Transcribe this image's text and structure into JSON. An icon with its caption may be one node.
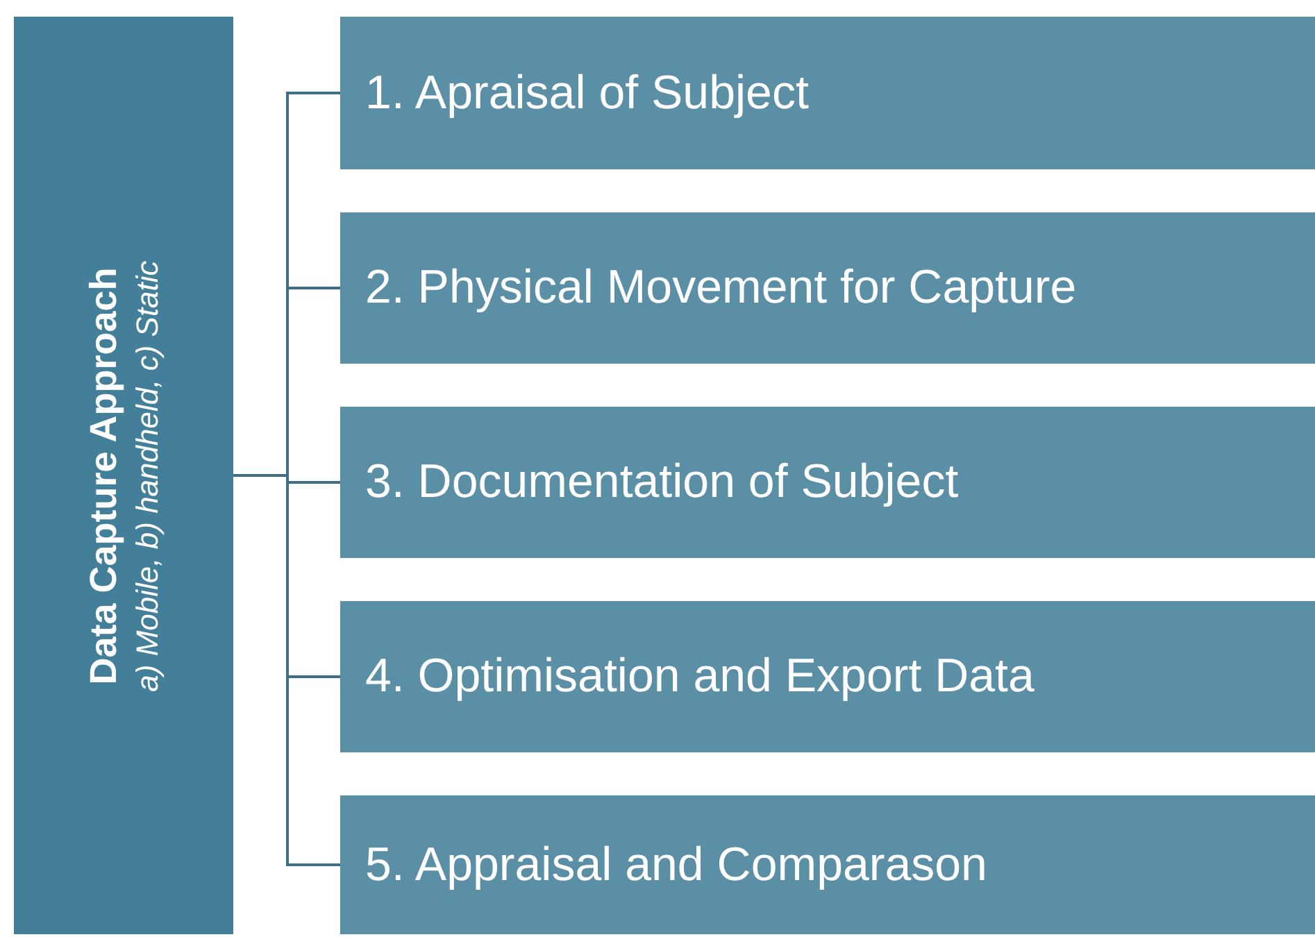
{
  "diagram": {
    "nodes": [
      {
        "text": [
          "Data Capture Approach",
          "a) Mobile, b) handheld, c) Static"
        ]
      },
      {
        "text": [
          "1. Apraisal of Subject"
        ]
      },
      {
        "text": [
          "2. Physical Movement for Capture"
        ]
      },
      {
        "text": [
          "3. Documentation of Subject"
        ]
      },
      {
        "text": [
          "4. Optimisation and Export Data"
        ]
      },
      {
        "text": [
          "5. Appraisal and Comparason"
        ]
      }
    ],
    "edges": [
      {
        "from": 0,
        "to": 1,
        "arrow": "none"
      },
      {
        "from": 0,
        "to": 2,
        "arrow": "none"
      },
      {
        "from": 0,
        "to": 3,
        "arrow": "none"
      },
      {
        "from": 0,
        "to": 4,
        "arrow": "none"
      },
      {
        "from": 0,
        "to": 5,
        "arrow": "none"
      }
    ]
  }
}
